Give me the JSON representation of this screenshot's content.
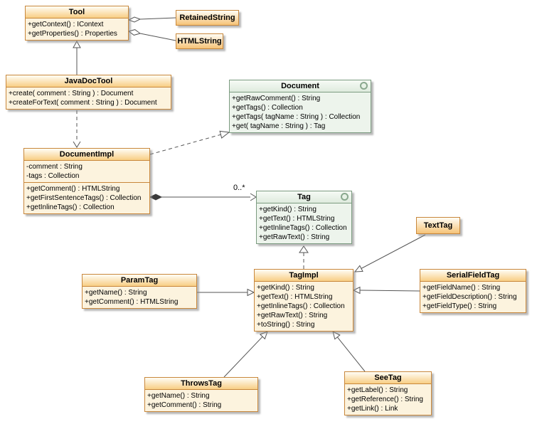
{
  "diagram": {
    "type": "uml-class-diagram",
    "colors": {
      "class_border": "#C8873B",
      "class_header": "#F8CE84",
      "class_body": "#FCF3DE",
      "interface_border": "#7B9B80",
      "interface_header": "#DFEBDE",
      "interface_body": "#EDF4EC",
      "connector": "#555555",
      "background": "#FFFFFF"
    },
    "classes": {
      "tool": {
        "name": "Tool",
        "methods": [
          "+getContext() : IContext",
          "+getProperties() : Properties"
        ]
      },
      "retained_string": {
        "name": "RetainedString"
      },
      "html_string": {
        "name": "HTMLString"
      },
      "javadoc_tool": {
        "name": "JavaDocTool",
        "methods": [
          "+create( comment : String ) : Document",
          "+createForText( comment : String ) : Document"
        ]
      },
      "document": {
        "name": "Document",
        "stereotype": "interface",
        "methods": [
          "+getRawComment() : String",
          "+getTags() : Collection",
          "+getTags( tagName : String ) : Collection",
          "+get( tagName : String ) : Tag"
        ]
      },
      "document_impl": {
        "name": "DocumentImpl",
        "attributes": [
          "-comment : String",
          "-tags : Collection"
        ],
        "methods": [
          "+getComment() : HTMLString",
          "+getFirstSentenceTags() : Collection",
          "+getInlineTags() : Collection"
        ]
      },
      "tag": {
        "name": "Tag",
        "stereotype": "interface",
        "methods": [
          "+getKind() : String",
          "+getText() : HTMLString",
          "+getInlineTags() : Collection",
          "+getRawText() : String"
        ]
      },
      "text_tag": {
        "name": "TextTag"
      },
      "tag_impl": {
        "name": "TagImpl",
        "methods": [
          "+getKind() : String",
          "+getText() : HTMLString",
          "+getInlineTags() : Collection",
          "+getRawText() : String",
          "+toString() : String"
        ]
      },
      "serial_field_tag": {
        "name": "SerialFieldTag",
        "methods": [
          "+getFieldName() : String",
          "+getFieldDescription() : String",
          "+getFieldType() : String"
        ]
      },
      "param_tag": {
        "name": "ParamTag",
        "methods": [
          "+getName() : String",
          "+getComment() : HTMLString"
        ]
      },
      "throws_tag": {
        "name": "ThrowsTag",
        "methods": [
          "+getName() : String",
          "+getComment() : String"
        ]
      },
      "see_tag": {
        "name": "SeeTag",
        "methods": [
          "+getLabel() : String",
          "+getReference() : String",
          "+getLink() : Link"
        ]
      }
    },
    "labels": {
      "tag_multiplicity": "0..*"
    },
    "relationships": [
      {
        "type": "generalization",
        "from": "JavaDocTool",
        "to": "Tool"
      },
      {
        "type": "aggregation",
        "from": "Tool",
        "to": "RetainedString"
      },
      {
        "type": "aggregation",
        "from": "Tool",
        "to": "HTMLString"
      },
      {
        "type": "dependency",
        "from": "JavaDocTool",
        "to": "DocumentImpl"
      },
      {
        "type": "realization",
        "from": "DocumentImpl",
        "to": "Document"
      },
      {
        "type": "composition",
        "from": "DocumentImpl",
        "to": "Tag",
        "multiplicity": "0..*"
      },
      {
        "type": "realization",
        "from": "TagImpl",
        "to": "Tag"
      },
      {
        "type": "generalization",
        "from": "ParamTag",
        "to": "TagImpl"
      },
      {
        "type": "generalization",
        "from": "TextTag",
        "to": "TagImpl"
      },
      {
        "type": "generalization",
        "from": "SerialFieldTag",
        "to": "TagImpl"
      },
      {
        "type": "generalization",
        "from": "ThrowsTag",
        "to": "TagImpl"
      },
      {
        "type": "generalization",
        "from": "SeeTag",
        "to": "TagImpl"
      }
    ]
  }
}
